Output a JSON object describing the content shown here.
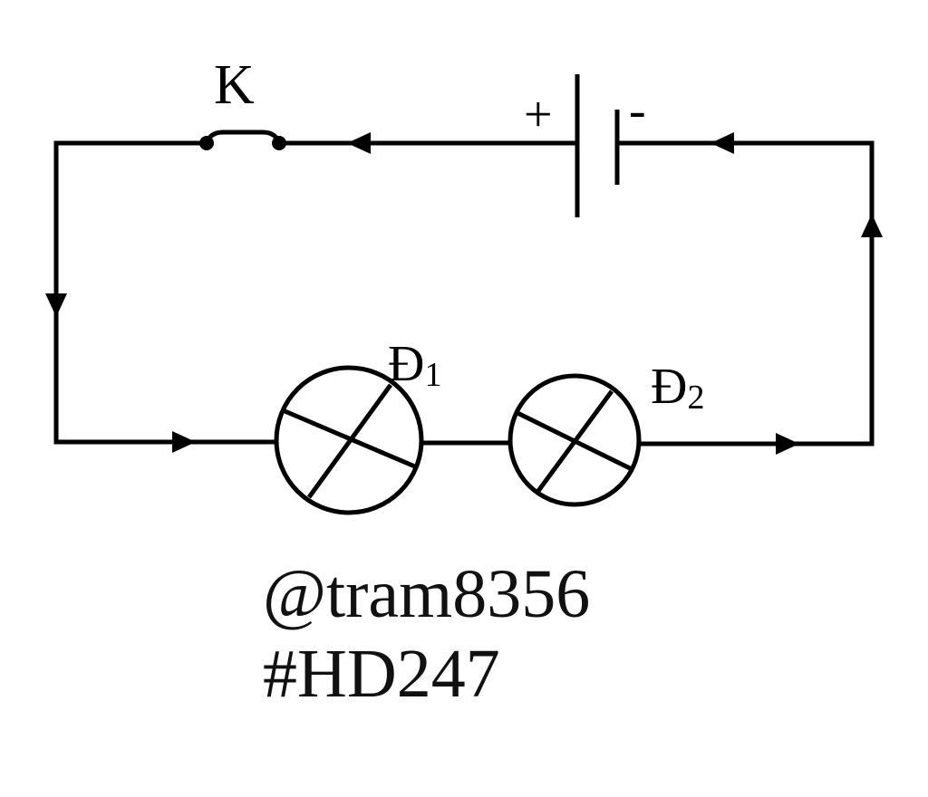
{
  "diagram": {
    "switch_label": "K",
    "battery_plus": "+",
    "battery_minus": "-",
    "lamp1": {
      "letter": "Đ",
      "index": "1"
    },
    "lamp2": {
      "letter": "Đ",
      "index": "2"
    }
  },
  "credit": {
    "line1": "@tram8356",
    "line2": "#HD247"
  }
}
